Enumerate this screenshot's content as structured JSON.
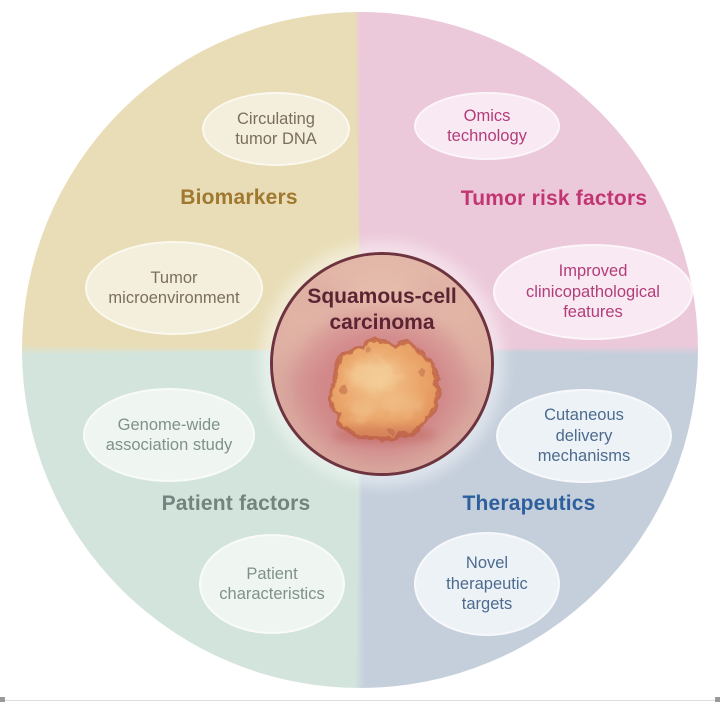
{
  "center": {
    "label": "Squamous-cell carcinoma",
    "line1": "Squamous-cell",
    "line2": "carcinoma",
    "photo": "carcinoma-lesion-photo"
  },
  "quadrants": {
    "biomarkers": {
      "label": "Biomarkers",
      "bg_color": "#e8ddb6",
      "oval_fill": "#f4efdc",
      "label_color": "#a0782f",
      "ovals": {
        "circulating_tumor_dna": "Circulating tumor DNA",
        "tumor_microenvironment": "Tumor microenvironment"
      }
    },
    "tumor_risk_factors": {
      "label": "Tumor risk factors",
      "bg_color": "#ecc9da",
      "oval_fill": "#f9e9f2",
      "label_color": "#c23573",
      "ovals": {
        "omics_technology": "Omics technology",
        "improved_clinicopathological_features": "Improved clinicopathological features"
      }
    },
    "patient_factors": {
      "label": "Patient factors",
      "bg_color": "#d3e4dc",
      "oval_fill": "#eff6f1",
      "label_color": "#73837d",
      "ovals": {
        "genome_wide_association_study": "Genome-wide association study",
        "patient_characteristics": "Patient characteristics"
      }
    },
    "therapeutics": {
      "label": "Therapeutics",
      "bg_color": "#c5cfdc",
      "oval_fill": "#edf2f7",
      "label_color": "#2e5f9d",
      "ovals": {
        "cutaneous_delivery_mechanisms": "Cutaneous delivery mechanisms",
        "novel_therapeutic_targets": "Novel therapeutic targets"
      }
    }
  },
  "colors": {
    "center_border": "#6d3440",
    "center_title": "#5b2433",
    "lesion_orange": "#e6935c",
    "inflamed_pink": "#cf8289",
    "skin": "#e0b2a4"
  }
}
